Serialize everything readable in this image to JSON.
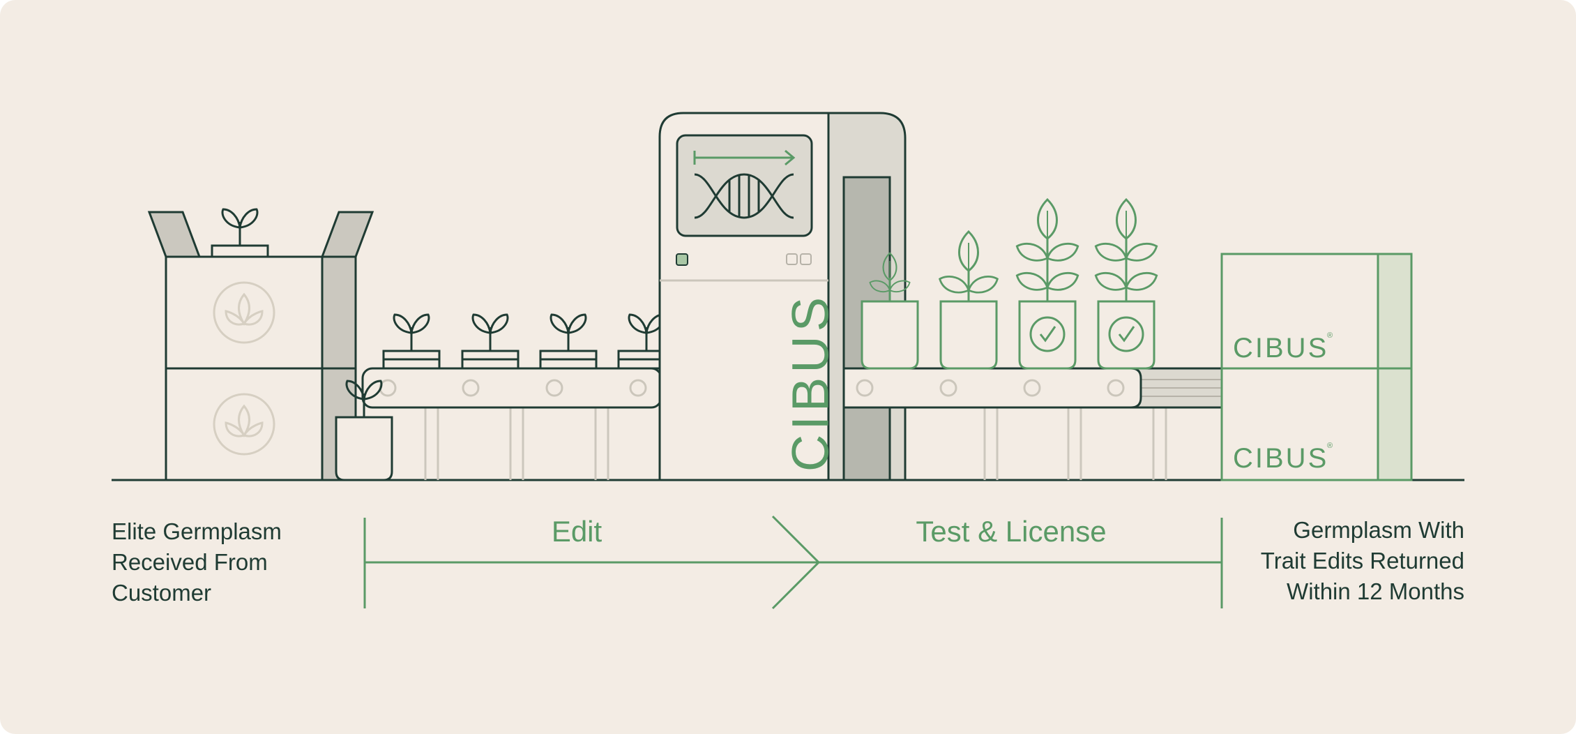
{
  "labels": {
    "left_line1": "Elite Germplasm",
    "left_line2": "Received From",
    "left_line3": "Customer",
    "right_line1": "Germplasm With",
    "right_line2": "Trait Edits Returned",
    "right_line3": "Within 12 Months"
  },
  "stages": {
    "edit": "Edit",
    "test_license": "Test & License"
  },
  "brand": {
    "machine_logo": "CIBUS",
    "box_logo_top": "CIBUS",
    "box_logo_bottom": "CIBUS",
    "registered_mark": "®"
  },
  "colors": {
    "background": "#f3ece4",
    "ink": "#1f3b33",
    "brand_green": "#5a9a66",
    "light_gray": "#d6d3cb",
    "mid_gray": "#b6b7ae"
  },
  "icons": {
    "box_emblem": "seedling-circle-icon",
    "screen": "dna-helix-icon",
    "pot_badge": "checkmark-circle-icon"
  }
}
